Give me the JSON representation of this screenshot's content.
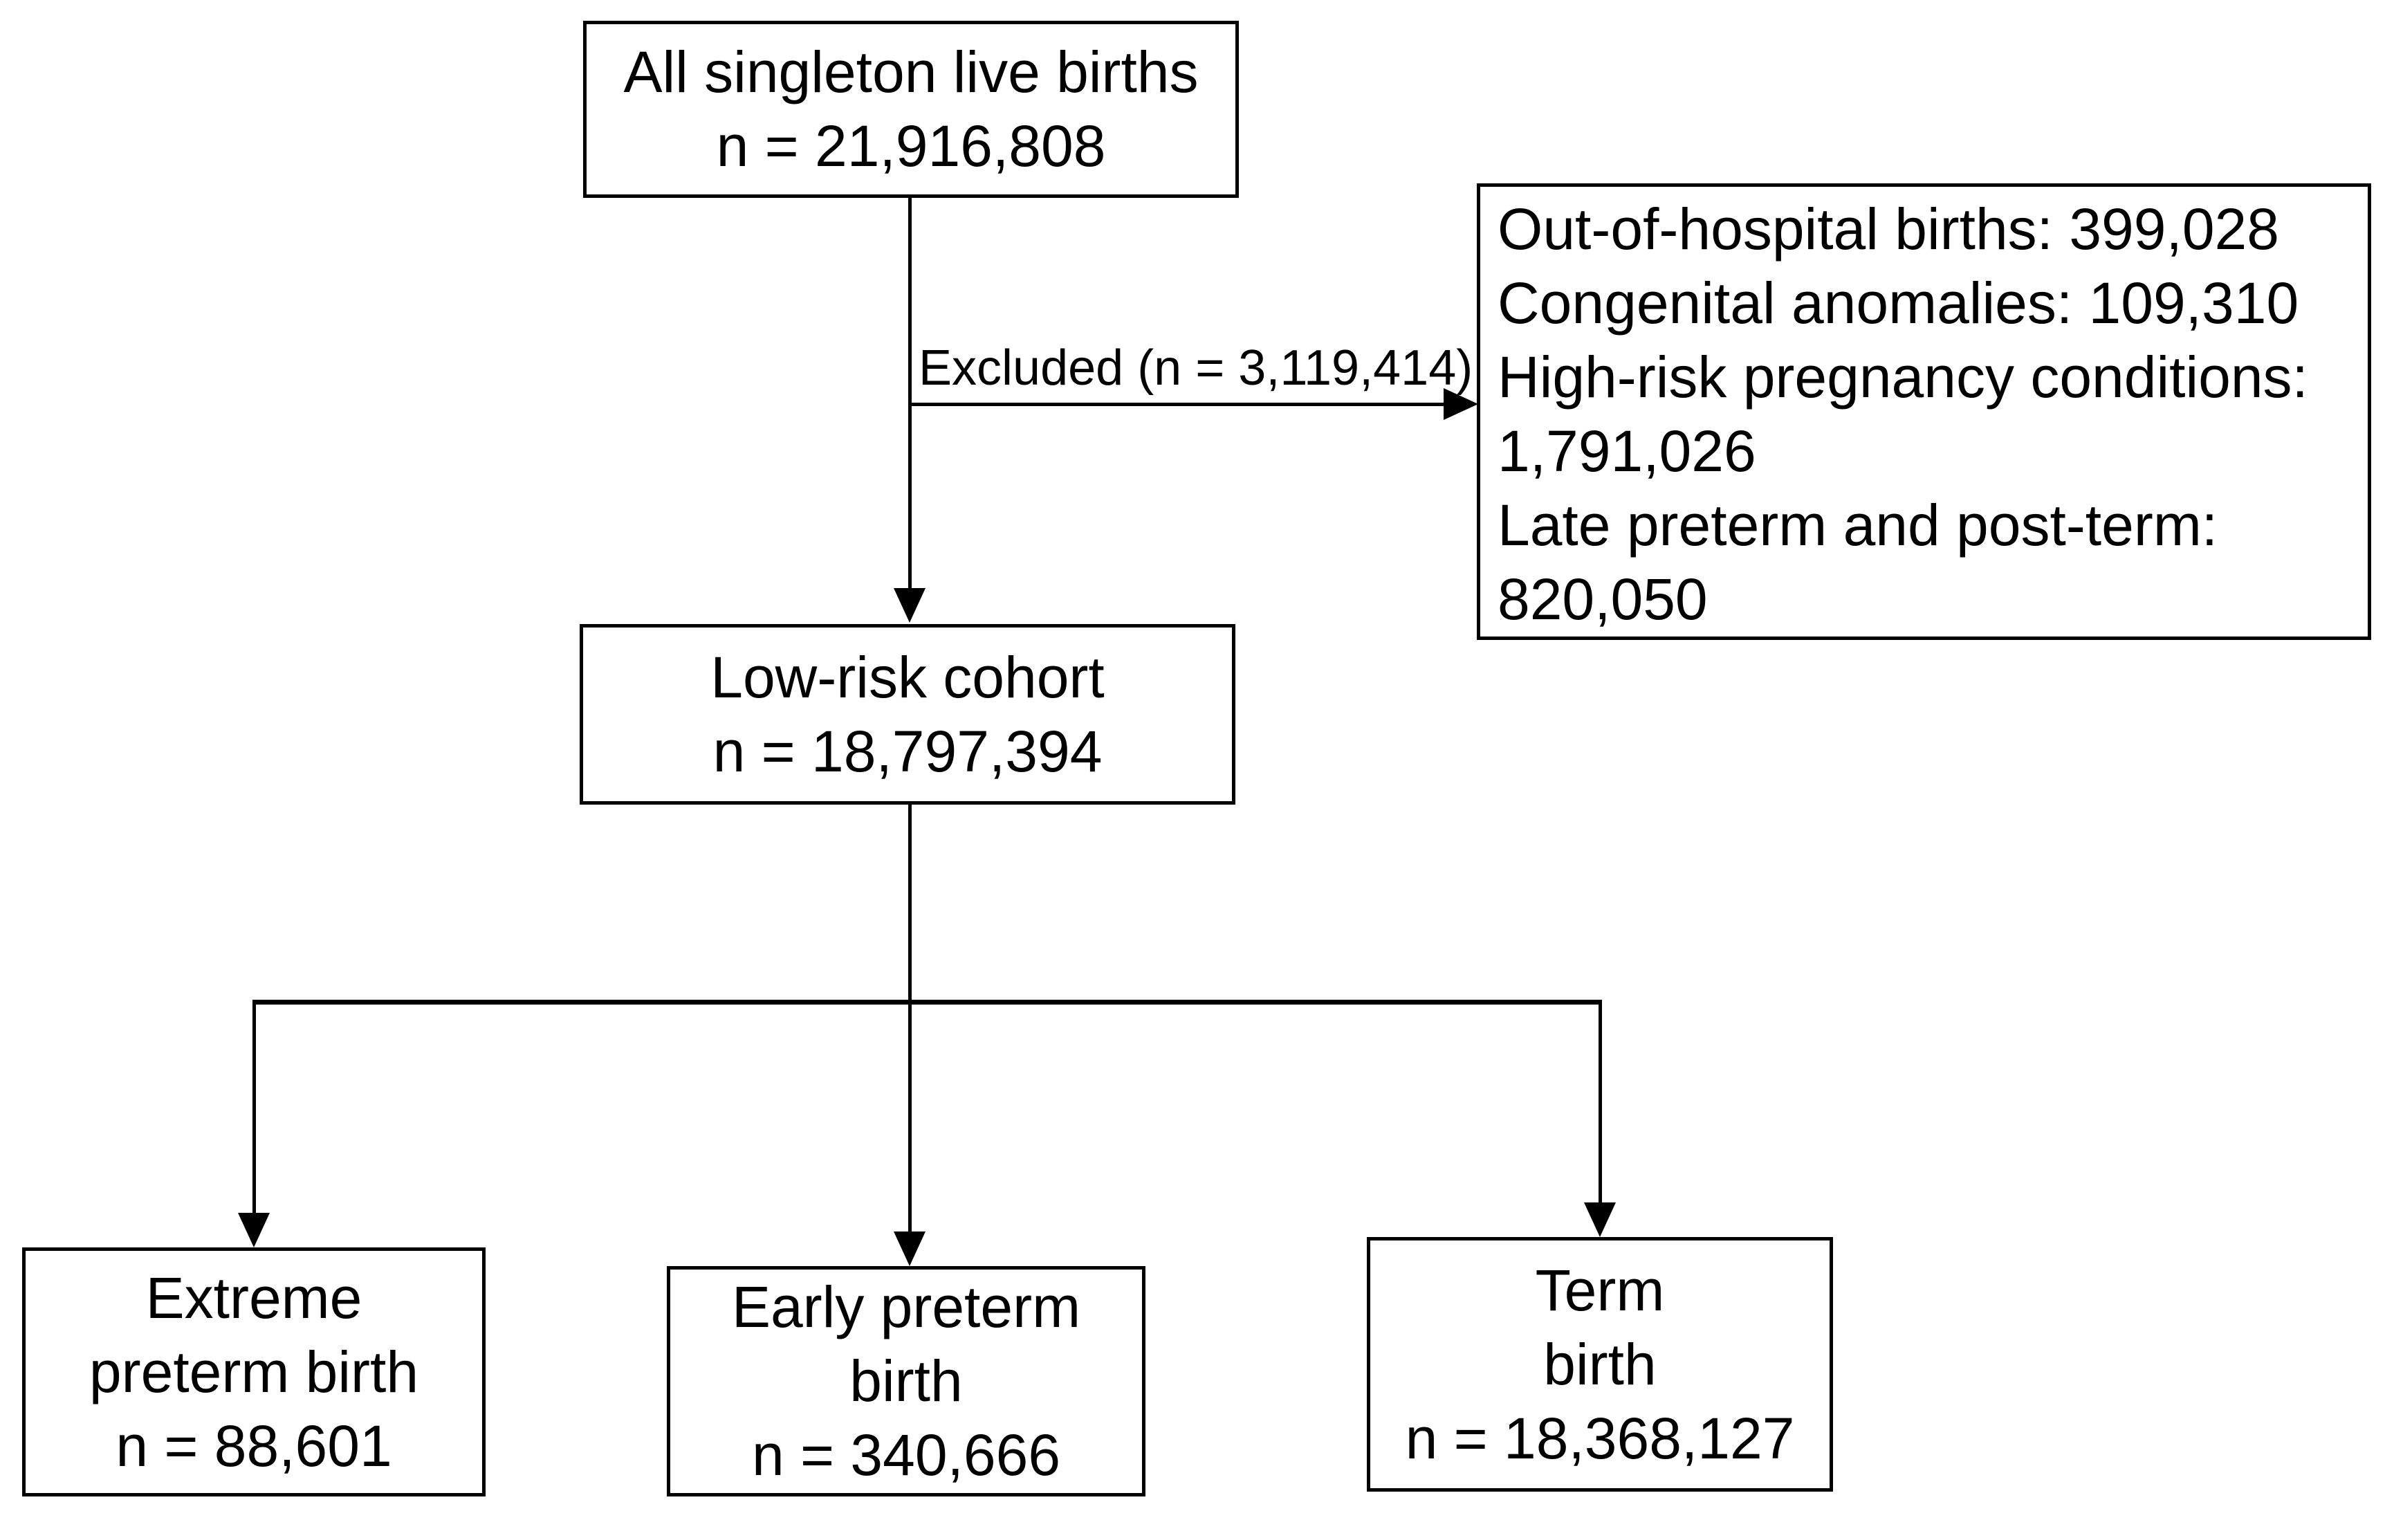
{
  "figure": {
    "type": "cohort-flow-diagram",
    "background_color": "#ffffff",
    "line_color": "#000000",
    "text_color": "#000000"
  },
  "nodes": {
    "all_births": {
      "line1": "All singleton live births",
      "line2": "n = 21,916,808"
    },
    "excluded_label": "Excluded (n = 3,119,414)",
    "exclusions": {
      "lines": [
        "Out-of-hospital births: 399,028",
        "Congenital anomalies: 109,310",
        "High-risk pregnancy conditions:",
        "1,791,026",
        "Late preterm and post-term:",
        "820,050"
      ]
    },
    "low_risk": {
      "line1": "Low-risk cohort",
      "line2": "n = 18,797,394"
    },
    "extreme_preterm": {
      "line1": "Extreme",
      "line2": "preterm birth",
      "line3": "n = 88,601"
    },
    "early_preterm": {
      "line1": "Early preterm",
      "line2": "birth",
      "line3": "n = 340,666"
    },
    "term": {
      "line1": "Term",
      "line2": "birth",
      "line3": "n = 18,368,127"
    }
  }
}
